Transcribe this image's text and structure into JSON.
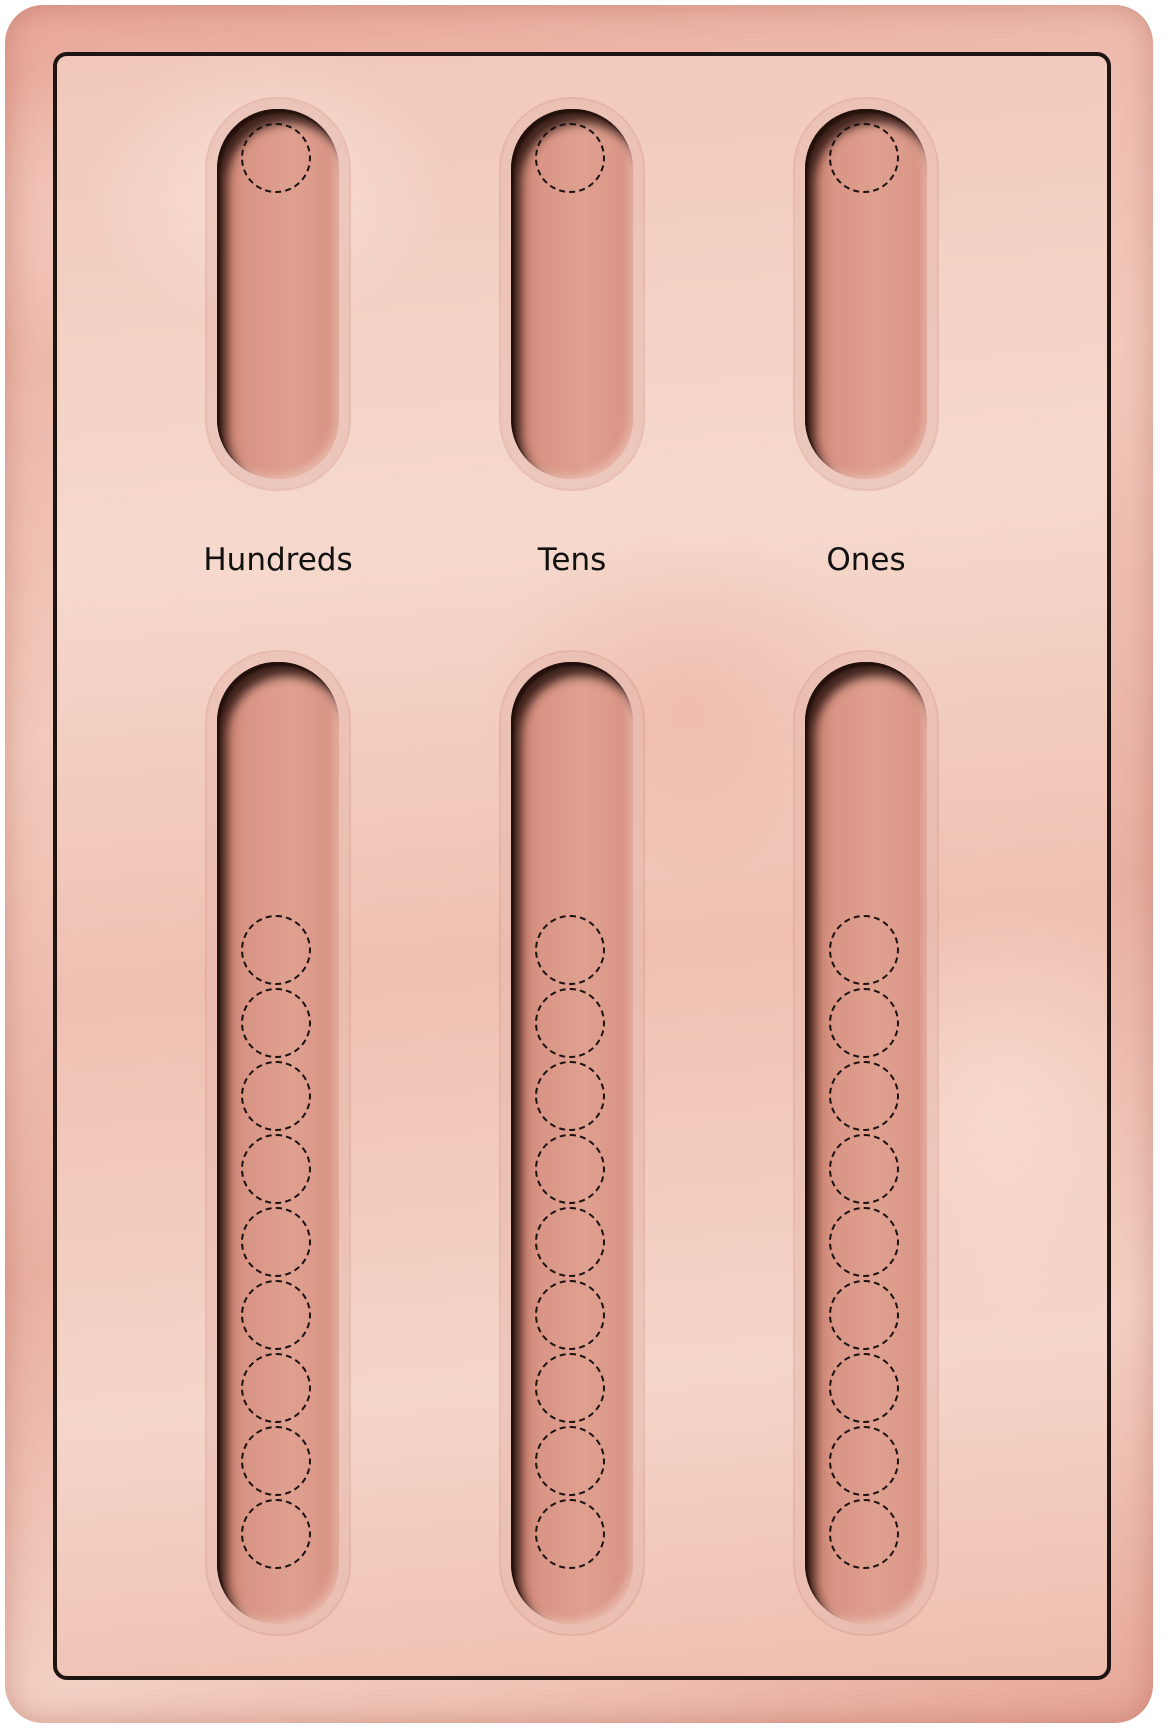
{
  "board": {
    "columns": [
      {
        "label": "Hundreds"
      },
      {
        "label": "Tens"
      },
      {
        "label": "Ones"
      }
    ],
    "top_slot_circles": 1,
    "bottom_slot_circles": 9
  },
  "colors": {
    "outline": "#1e1412",
    "label_text": "#111111",
    "slot_shadow": "#231009"
  }
}
